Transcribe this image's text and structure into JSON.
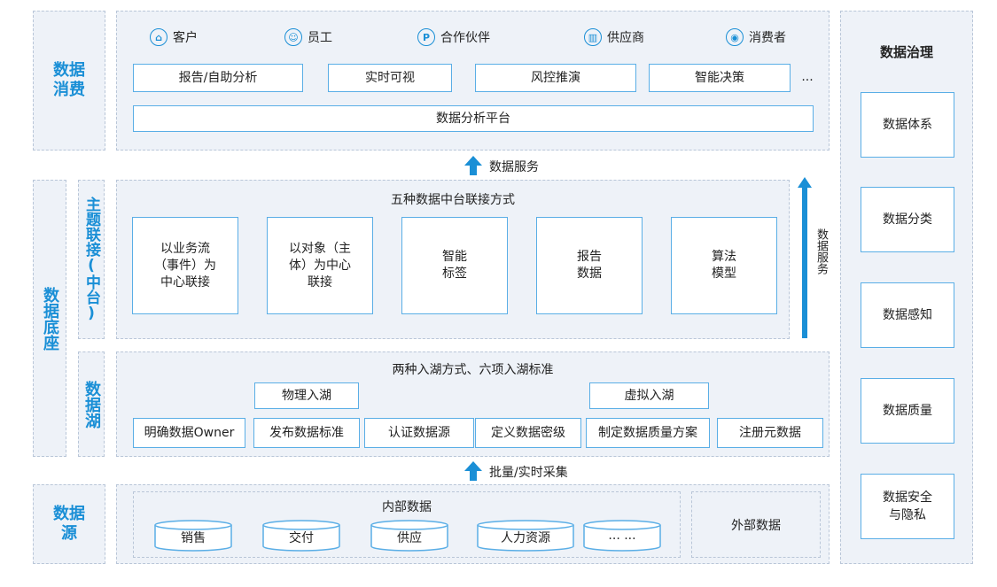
{
  "consumption": {
    "label": "数据\n消费",
    "consumers": [
      {
        "name": "客户",
        "icon": "building-icon"
      },
      {
        "name": "员工",
        "icon": "staff-icon"
      },
      {
        "name": "合作伙伴",
        "icon": "partner-p-icon"
      },
      {
        "name": "供应商",
        "icon": "factory-icon"
      },
      {
        "name": "消费者",
        "icon": "people-icon"
      }
    ],
    "services": [
      "报告/自助分析",
      "实时可视",
      "风控推演",
      "智能决策",
      "..."
    ],
    "platform": "数据分析平台"
  },
  "arrow_service": "数据服务",
  "foundation": {
    "label": "数据底座",
    "topic_label": "主题联接(中台)",
    "topic_title": "五种数据中台联接方式",
    "topic_boxes": [
      "以业务流\n（事件）为\n中心联接",
      "以对象（主\n体）为中心\n联接",
      "智能\n标签",
      "报告\n数据",
      "算法\n模型"
    ],
    "side_service": "数据服务",
    "lake_label": "数据湖",
    "lake_title": "两种入湖方式、六项入湖标准",
    "lake_methods": [
      "物理入湖",
      "虚拟入湖"
    ],
    "lake_standards": [
      "明确数据Owner",
      "发布数据标准",
      "认证数据源",
      "定义数据密级",
      "制定数据质量方案",
      "注册元数据"
    ]
  },
  "arrow_collect": "批量/实时采集",
  "source": {
    "label": "数据\n源",
    "internal_title": "内部数据",
    "internal_items": [
      "销售",
      "交付",
      "供应",
      "人力资源",
      "... ..."
    ],
    "external": "外部数据"
  },
  "governance": {
    "title": "数据治理",
    "items": [
      "数据体系",
      "数据分类",
      "数据感知",
      "数据质量",
      "数据安全\n与隐私"
    ]
  },
  "colors": {
    "accent": "#1a8fd6",
    "border": "#5aaee6",
    "panel": "#eef2f8"
  }
}
